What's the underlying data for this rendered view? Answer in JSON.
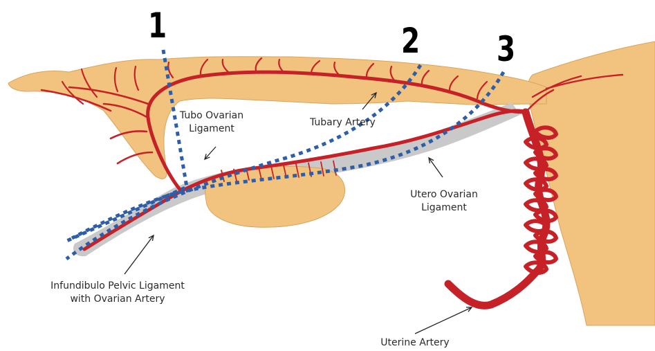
{
  "diagram": {
    "colors": {
      "tissue": "#f2c37e",
      "tissue_edge": "#d9a35c",
      "ligament": "#c9c9c9",
      "artery": "#c62127",
      "dotted_line": "#2f5ea8"
    },
    "markers": [
      "1",
      "2",
      "3"
    ],
    "labels": {
      "tubo_ovarian": "Tubo Ovarian\nLigament",
      "tubary_artery": "Tubary Artery",
      "utero_ovarian": "Utero Ovarian\nLigament",
      "infundibulo": "Infundibulo Pelvic Ligament\nwith Ovarian Artery",
      "uterine_artery": "Uterine Artery"
    }
  }
}
